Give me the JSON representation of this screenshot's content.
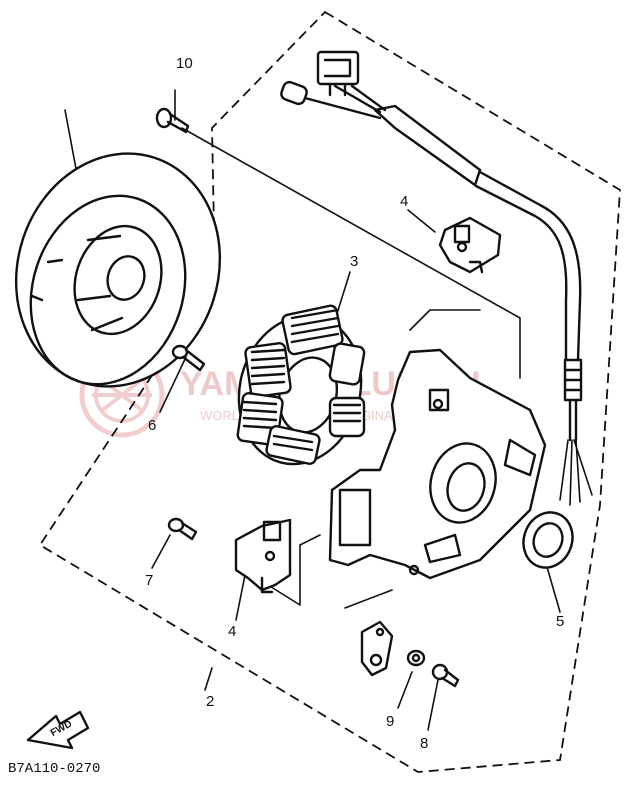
{
  "diagram": {
    "part_code": "B7A110-0270",
    "fwd_label": "FWD",
    "callouts": [
      "10",
      "4",
      "3",
      "6",
      "7",
      "4",
      "5",
      "2",
      "9",
      "8"
    ],
    "watermark": {
      "main": "YAMAHAKLUBP.PL",
      "sub": "WORLD | PARTS | PL | ORIGINAL YAMAHA"
    }
  }
}
